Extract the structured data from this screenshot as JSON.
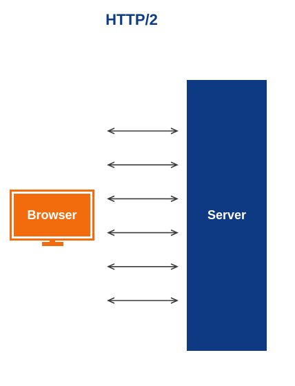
{
  "diagram": {
    "title": "HTTP/2",
    "browser": {
      "label": "Browser",
      "icon": "monitor-icon"
    },
    "server": {
      "label": "Server"
    },
    "connections": [
      {
        "direction": "bidirectional"
      },
      {
        "direction": "bidirectional"
      },
      {
        "direction": "bidirectional"
      },
      {
        "direction": "bidirectional"
      },
      {
        "direction": "bidirectional"
      },
      {
        "direction": "bidirectional"
      }
    ],
    "colors": {
      "title": "#0d3c86",
      "browser": "#f26b0d",
      "server": "#0d3a82",
      "arrow": "#3a3a3a"
    }
  }
}
